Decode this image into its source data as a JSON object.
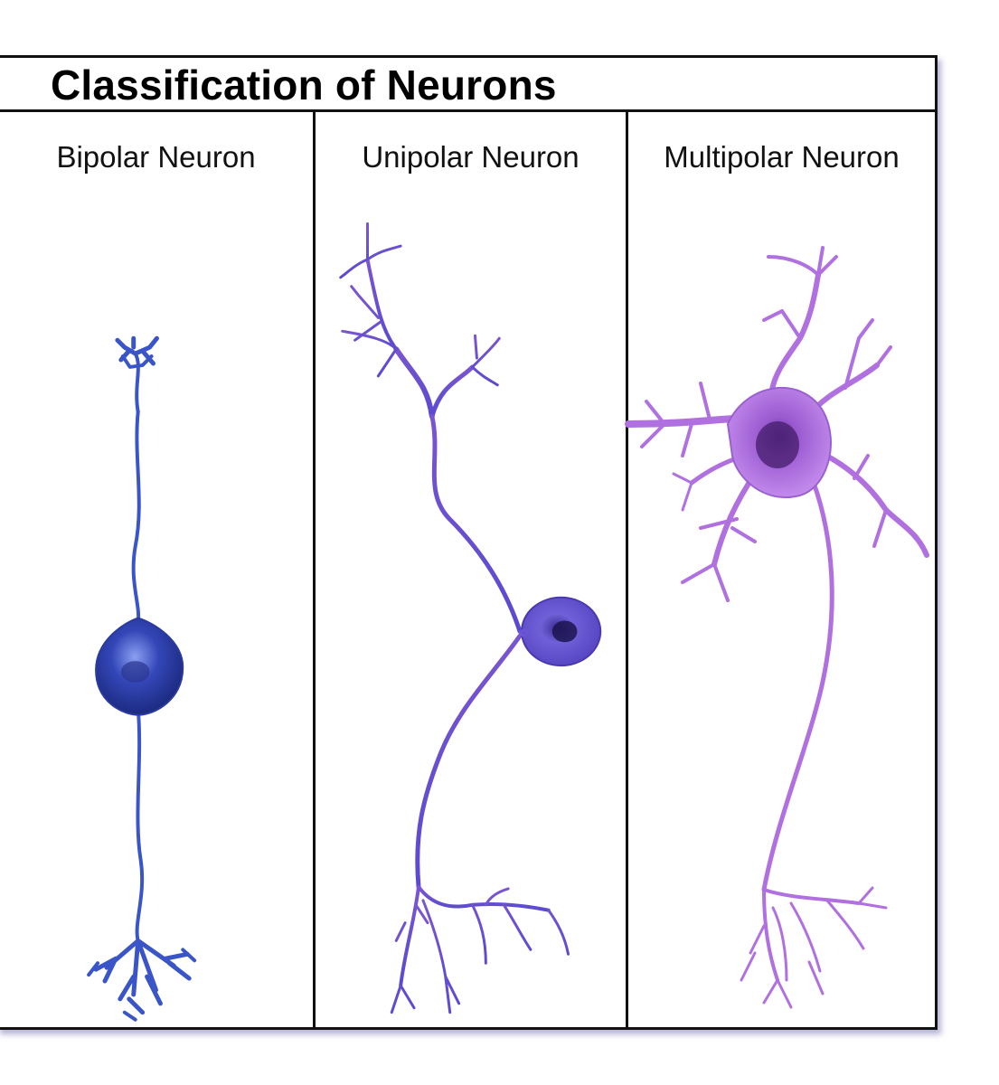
{
  "figure": {
    "title": "Classification of Neurons",
    "panels": [
      {
        "label": "Bipolar Neuron",
        "icon": "bipolar-neuron-illustration",
        "color": "#3c55c8"
      },
      {
        "label": "Unipolar Neuron",
        "icon": "unipolar-neuron-illustration",
        "color": "#6a55d8"
      },
      {
        "label": "Multipolar Neuron",
        "icon": "multipolar-neuron-illustration",
        "color": "#b070e8"
      }
    ]
  }
}
